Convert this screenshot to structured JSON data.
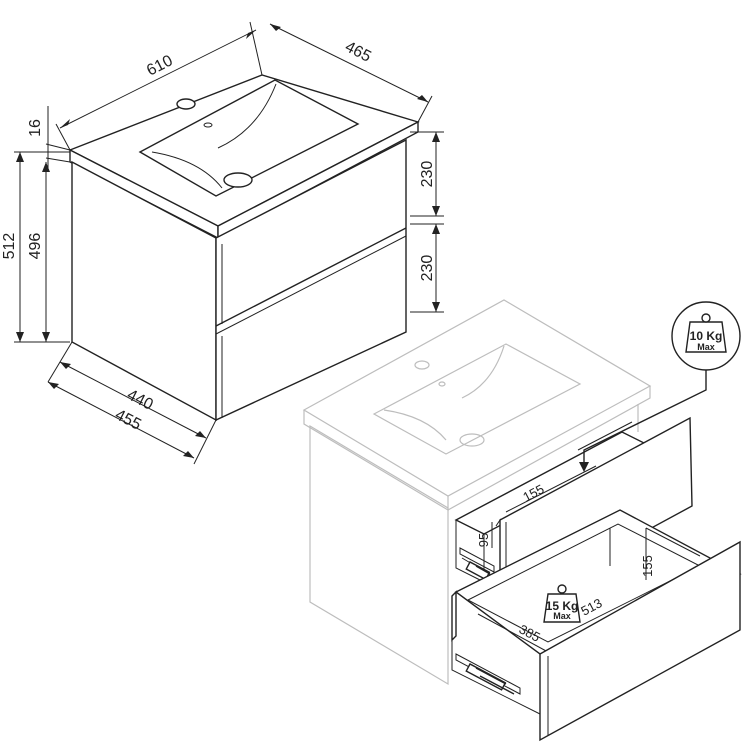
{
  "dimensions": {
    "width": "610",
    "depth": "465",
    "top_thickness": "16",
    "total_height": "512",
    "body_height": "496",
    "drawer_top": "230",
    "drawer_bottom": "230",
    "base_inner": "440",
    "base_outer": "455"
  },
  "drawer_dimensions": {
    "upper_depth": "155",
    "upper_height": "95",
    "lower_height": "155",
    "lower_depth": "513",
    "lower_width": "385"
  },
  "load_badges": {
    "upper": {
      "value": "10 Kg",
      "label": "Max"
    },
    "lower": {
      "value": "15 Kg",
      "label": "Max"
    }
  },
  "icons": [
    "weight-icon",
    "drawer-slide-icon"
  ]
}
